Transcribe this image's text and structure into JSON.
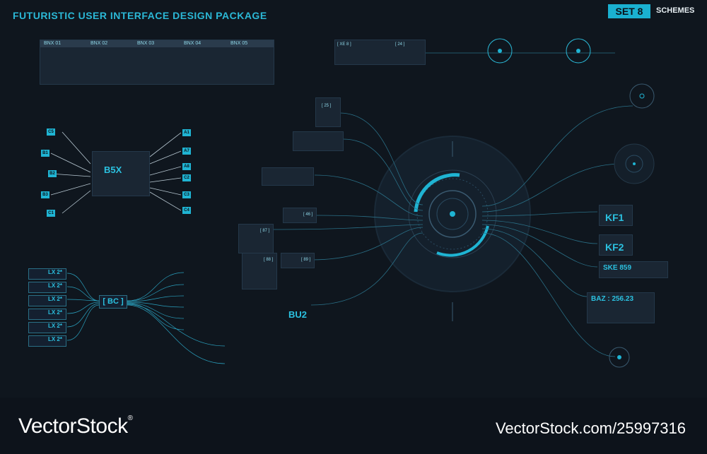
{
  "header": {
    "title": "FUTURISTIC USER INTERFACE DESIGN PACKAGE",
    "set_label": "SET 8",
    "schemes_label": "SCHEMES"
  },
  "top_tabs": [
    "BNX 01",
    "BNX 02",
    "BNX 03",
    "BNX 04",
    "BNX 05"
  ],
  "left_nodes": {
    "inputs": [
      "C5",
      "B1",
      "B2",
      "B3",
      "C1"
    ],
    "hub": "B5X",
    "outputs": [
      "A1",
      "A7",
      "A8",
      "C2",
      "C3",
      "C4"
    ]
  },
  "lx_list": [
    "LX 2*",
    "LX 2*",
    "LX 2*",
    "LX 2*",
    "LX 2*",
    "LX 2*"
  ],
  "bc_hub": "[ BC ]",
  "center_tags": [
    "[ XE 8 ]",
    "[ 24 ]",
    "[ 25 ]",
    "[ 46 ]",
    "[ 87 ]",
    "[ 88 ]",
    "[ 89 ]"
  ],
  "bu2": "BU2",
  "right_labels": {
    "kf1": "KF1",
    "kf2": "KF2",
    "ske": "SKE 859",
    "baz": "BAZ : 256.23"
  },
  "footer": {
    "brand": "VectorStock",
    "registered": "®",
    "image_code": "VectorStock.com/25997316"
  },
  "colors": {
    "accent": "#1fb4d3",
    "background": "#0f161e",
    "panel": "#1a2633"
  }
}
